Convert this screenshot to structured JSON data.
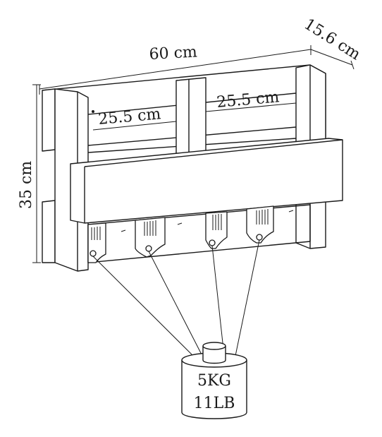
{
  "dimensions": {
    "width_label": "60 cm",
    "depth_label": "15.6 cm",
    "height_label": "35 cm",
    "left_compartment_label": "25.5 cm",
    "right_compartment_label": "25.5 cm"
  },
  "load": {
    "line1": "5KG",
    "line2": "11LB"
  },
  "colors": {
    "stroke": "#1a1a1a",
    "wood": "#ffffff",
    "text": "#1a1a1a"
  }
}
